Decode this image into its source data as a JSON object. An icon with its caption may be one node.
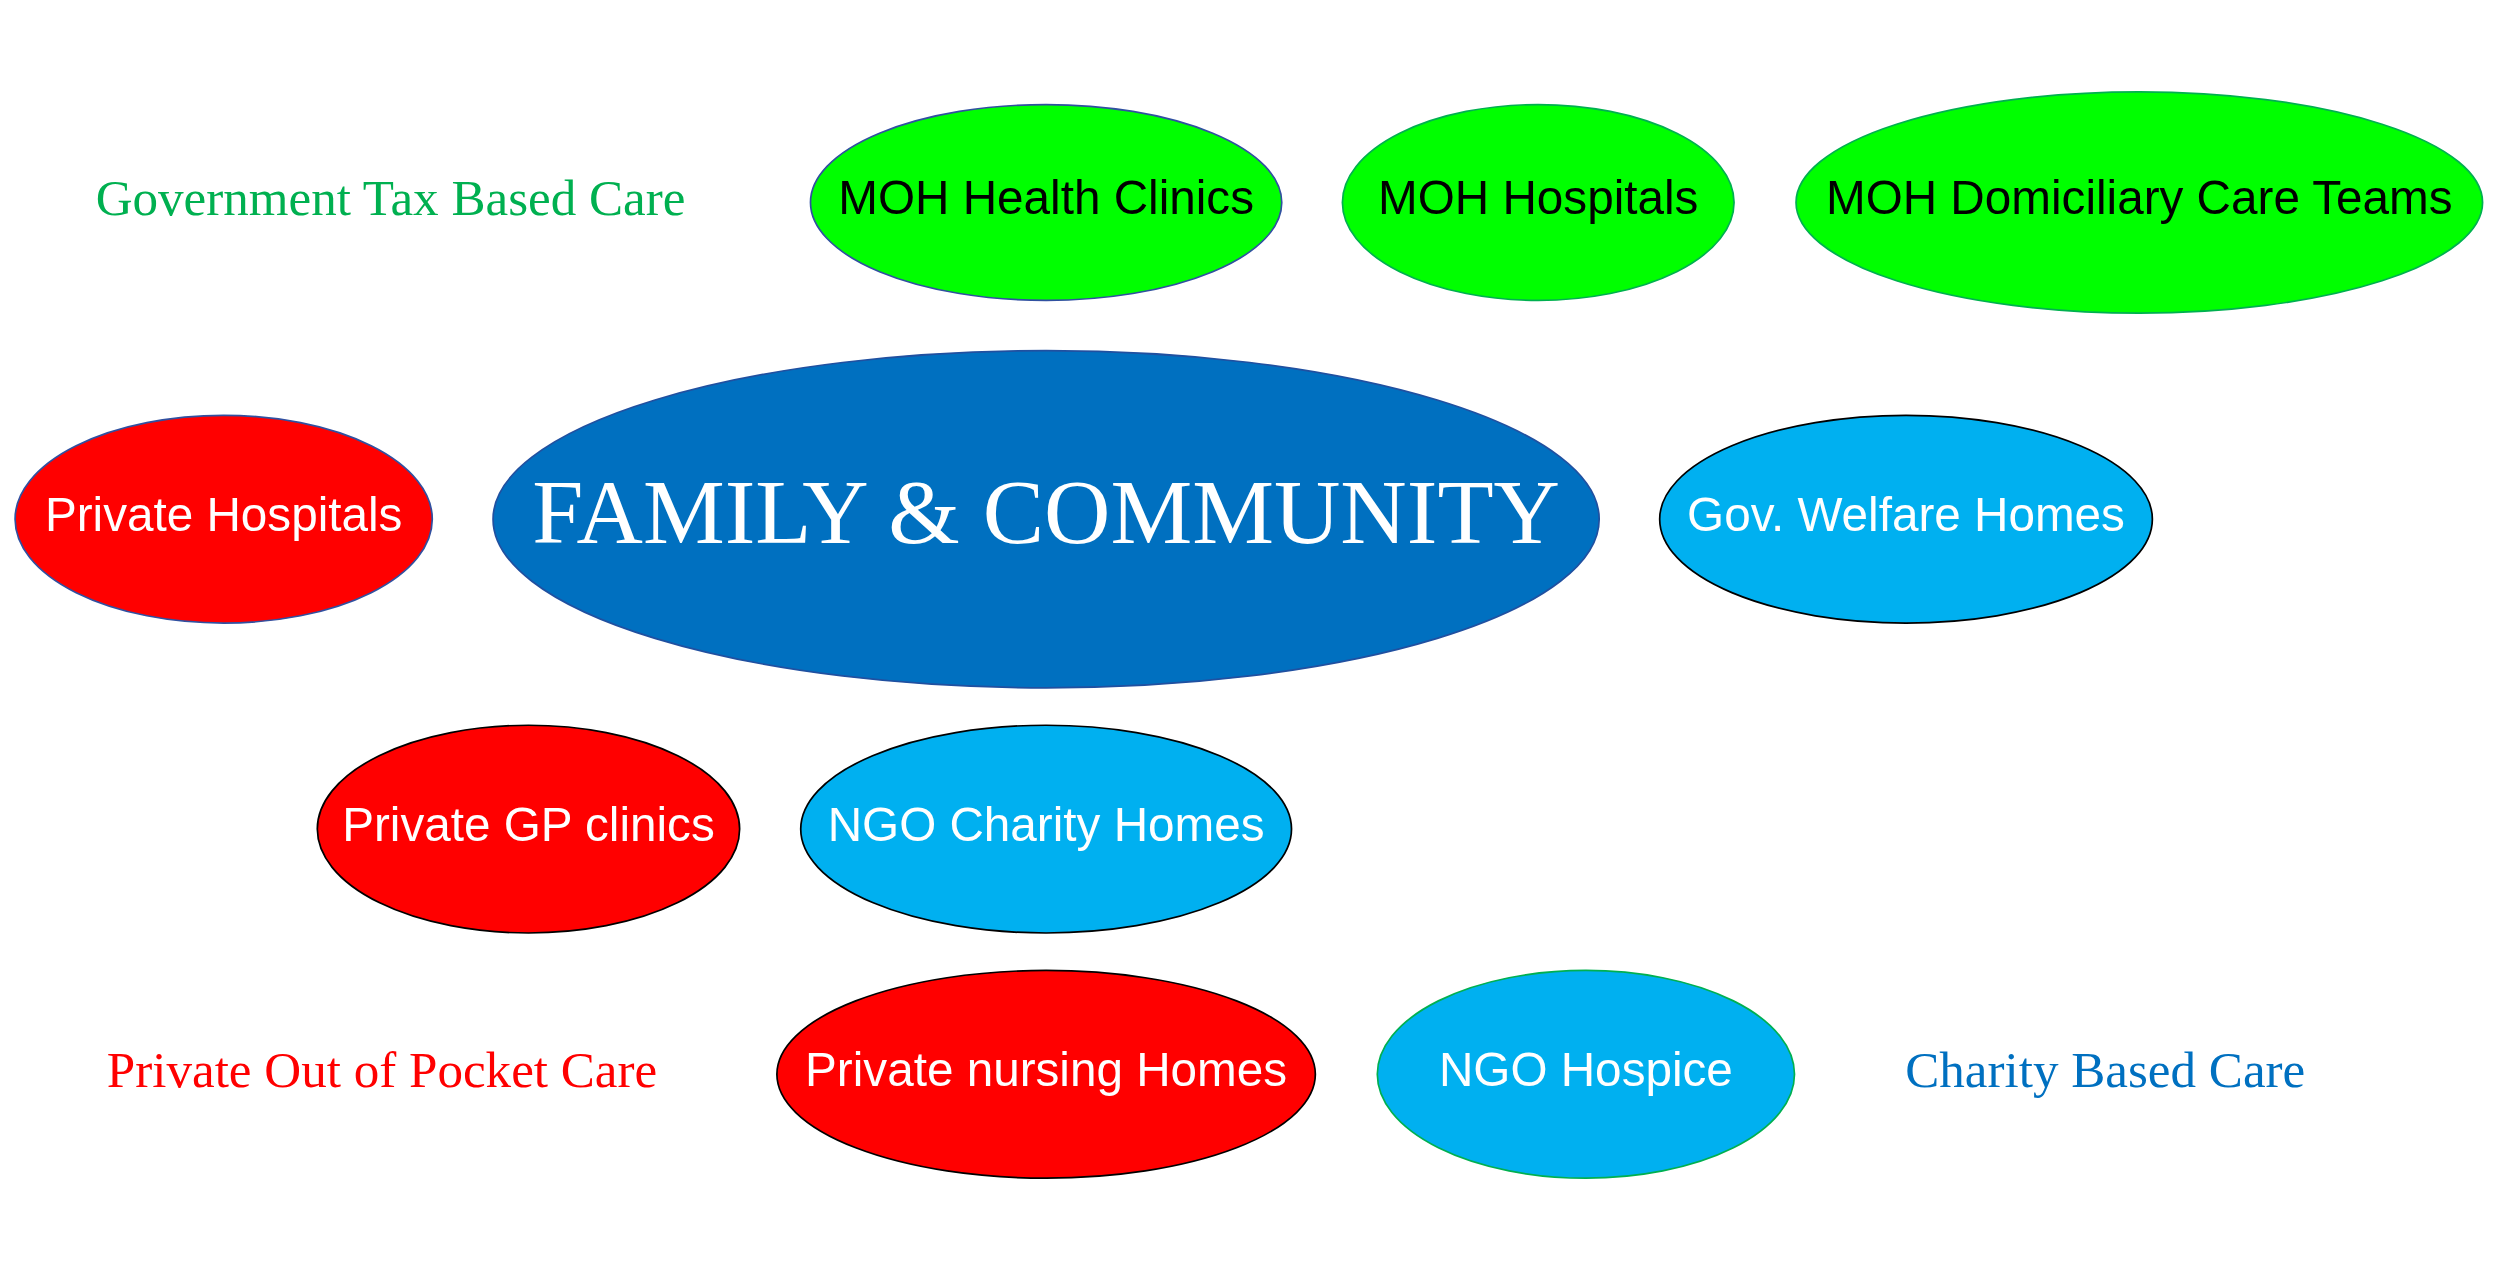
{
  "diagram": {
    "nodes": [
      {
        "text": [
          "MOH Hospitals"
        ]
      },
      {
        "text": [
          "MOH Health Clinics"
        ]
      },
      {
        "text": [
          "MOH Domiciliary Care Teams"
        ]
      },
      {
        "text": [
          "FAMILY & COMMUNITY"
        ]
      },
      {
        "text": [
          "Private Hospitals"
        ]
      },
      {
        "text": [
          "Gov. Welfare Homes"
        ]
      },
      {
        "text": [
          "Private GP clinics"
        ]
      },
      {
        "text": [
          "NGO Charity Homes"
        ]
      },
      {
        "text": [
          "Private nursing Homes"
        ]
      },
      {
        "text": [
          "NGO Hospice"
        ]
      }
    ],
    "labels": [
      "Government Tax Based Care",
      "Private Out of Pocket Care",
      "Charity Based Care"
    ]
  }
}
